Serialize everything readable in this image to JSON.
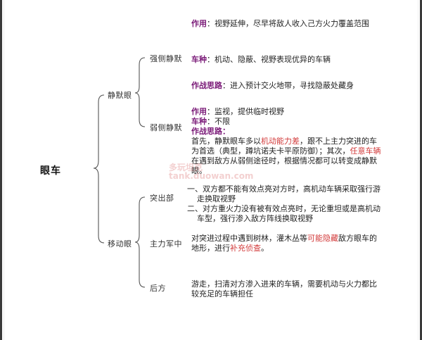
{
  "diagram": {
    "root": "眼车",
    "branches": [
      {
        "label": "静默眼",
        "children": [
          {
            "label": "强侧静默",
            "details": {
              "role_label": "作用",
              "role_text": "视野延伸，尽早将敌人收入己方火力覆盖范围",
              "vehicle_label": "车种",
              "vehicle_text": "机动、隐蔽、视野表现优异的车辆",
              "tactic_label": "作战思路",
              "tactic_text": "进入预计交火地带，寻找隐蔽处藏身"
            }
          },
          {
            "label": "弱侧静默",
            "details": {
              "role_label": "作用",
              "role_text": "监视，提供临时视野",
              "vehicle_label": "车种",
              "vehicle_text": "不限",
              "tactic_label": "作战思路",
              "tactic_parts": {
                "p1": "首先，静默眼车多以",
                "r1": "机动能力差",
                "p2": "，跟不上主力突进的车为首选（典型，蹲坑诺夫卡平原防御）；其次，",
                "r2": "任意车辆",
                "p3": "在遇到敌方从弱侧途径时，根据情况都可以转变成静默眼。"
              }
            }
          }
        ]
      },
      {
        "label": "移动眼",
        "children": [
          {
            "label": "突出部",
            "items": [
              "一、双方都不能有效点亮对方时，高机动车辆采取强行游走换取视野",
              "二、对方重火力没有被有效点亮时，无论重坦或是高机动车型，强行渗入敌方阵线换取视野"
            ]
          },
          {
            "label": "主力军中",
            "text_parts": {
              "p1": "对突进过程中遇到树林，灌木丛等",
              "r1": "可能隐藏",
              "p2": "敌方眼车的地形，进行",
              "r2": "补充侦查",
              "p3": "。"
            }
          },
          {
            "label": "后方",
            "text": "游走，扫清对方渗入进来的车辆，需要机动与火力都比较充足的车辆担任"
          }
        ]
      }
    ],
    "colors": {
      "label_purple": "#7a1a78",
      "highlight_red": "#d23a3a",
      "line_gray": "#555555",
      "frame_dark": "#3a3a3a"
    }
  },
  "watermark": {
    "line1": "多玩坦克",
    "line2": "tank.duowan.com"
  }
}
